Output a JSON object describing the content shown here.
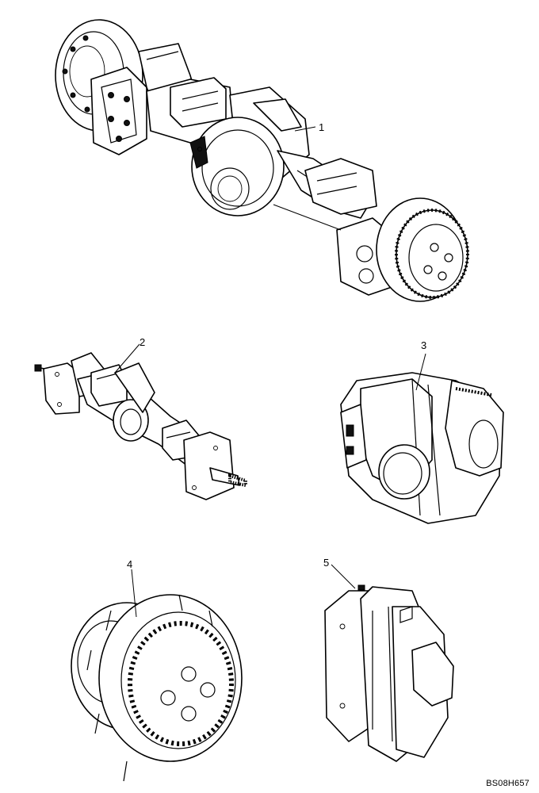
{
  "callouts": {
    "c1": "1",
    "c2": "2",
    "c3": "3",
    "c4": "4",
    "c5": "5"
  },
  "figure_ref": "BS08H657"
}
